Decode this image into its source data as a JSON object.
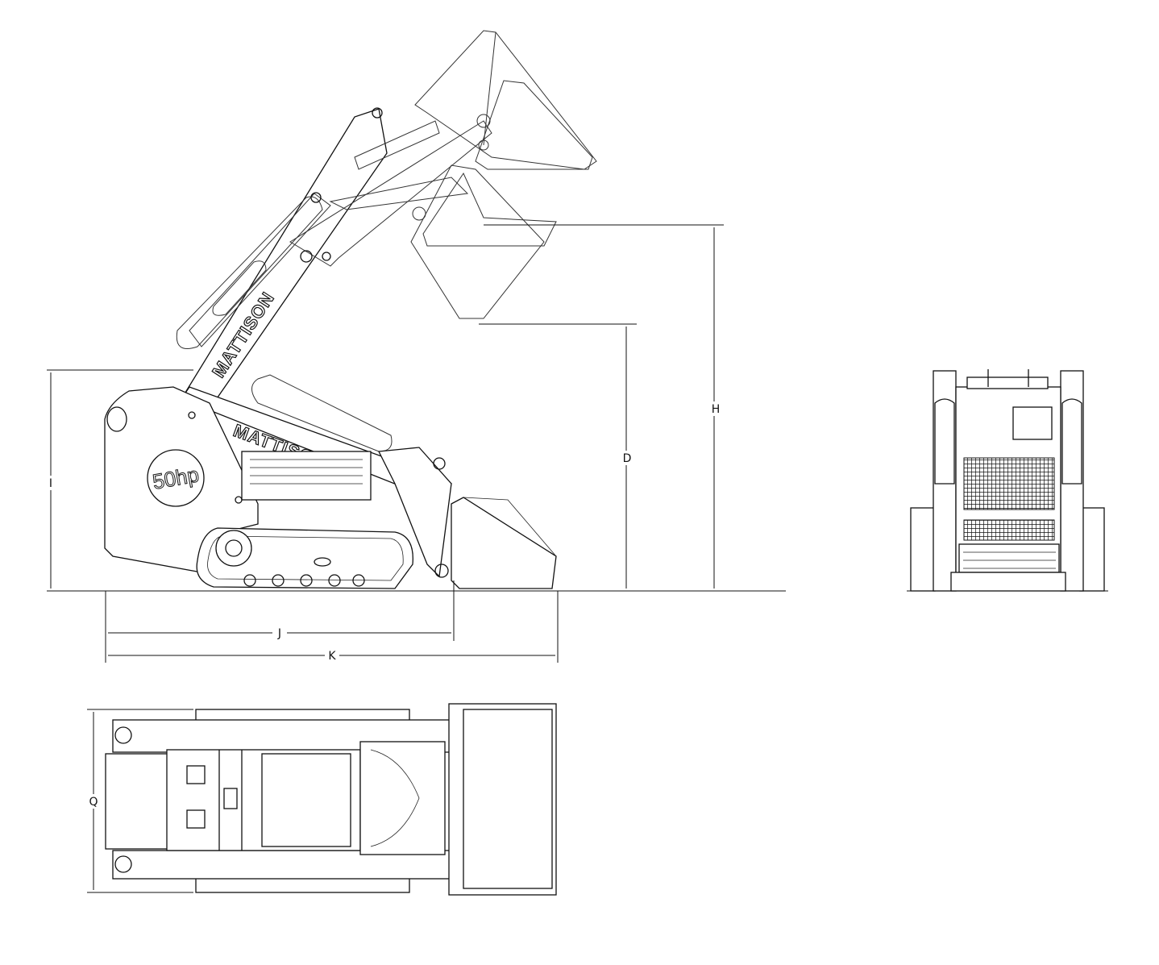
{
  "labels": {
    "D": "D",
    "H": "H",
    "I": "I",
    "J": "J",
    "K": "K",
    "Q": "Q"
  },
  "branding": {
    "logo": "MATTISON",
    "power": "50hp"
  },
  "colors": {
    "line": "#111111",
    "background": "#ffffff"
  }
}
